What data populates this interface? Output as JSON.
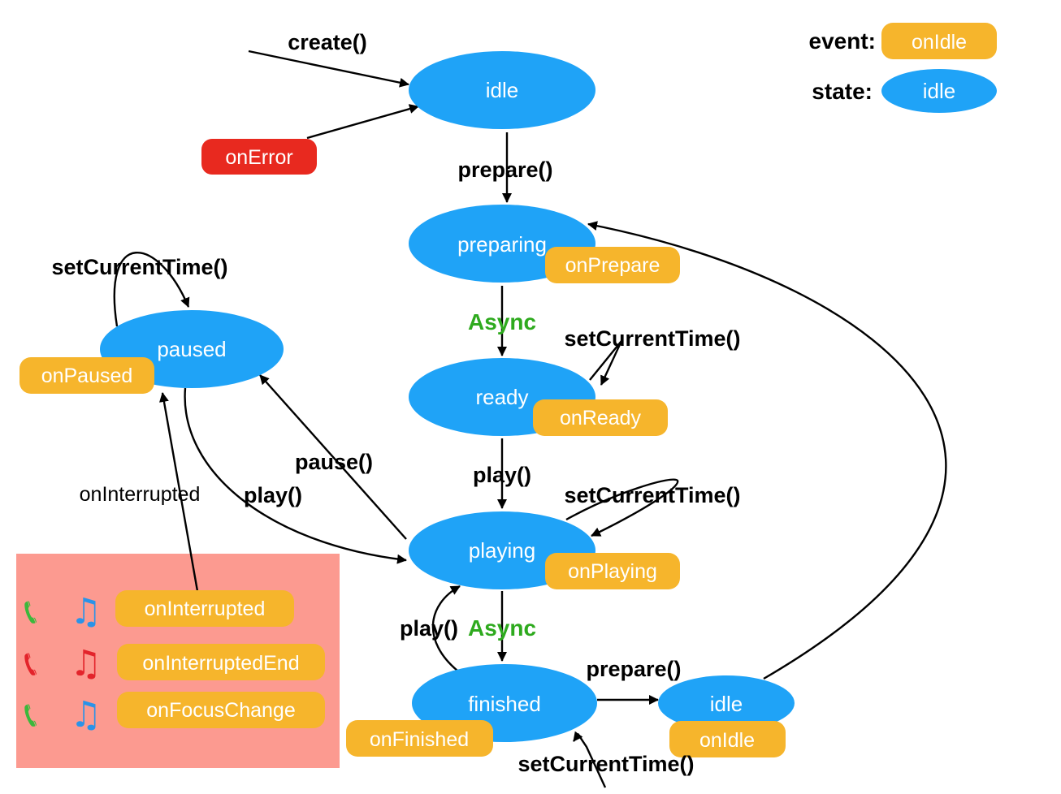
{
  "colors": {
    "state": "#1fa3f7",
    "event": "#f6b52c",
    "error": "#e8291f",
    "async": "#2eaa1e",
    "interrupt_panel": "#fc9a90",
    "phone_green": "#3bb83b",
    "phone_red": "#e3242b",
    "music_blue": "#2a93e8",
    "music_red": "#e3242b"
  },
  "legend": {
    "event_title": "event:",
    "event_example": "onIdle",
    "state_title": "state:",
    "state_example": "idle"
  },
  "states": {
    "idle": "idle",
    "preparing": "preparing",
    "ready": "ready",
    "playing": "playing",
    "paused": "paused",
    "finished": "finished",
    "idle2": "idle"
  },
  "events": {
    "onError": "onError",
    "onPrepare": "onPrepare",
    "onReady": "onReady",
    "onPlaying": "onPlaying",
    "onPaused": "onPaused",
    "onFinished": "onFinished",
    "onIdle": "onIdle"
  },
  "transitions": {
    "create": "create()",
    "prepare": "prepare()",
    "async1": "Async",
    "setCurrentTime_ready": "setCurrentTime()",
    "play_ready": "play()",
    "setCurrentTime_playing": "setCurrentTime()",
    "pause": "pause()",
    "play_paused": "play()",
    "setCurrentTime_paused": "setCurrentTime()",
    "onInterrupted": "onInterrupted",
    "play_finished": "play()",
    "async2": "Async",
    "prepare_finished": "prepare()",
    "setCurrentTime_finished": "setCurrentTime()"
  },
  "interrupt_panel": {
    "items": [
      {
        "phone_icon": "phone-icon",
        "music_icon": "music-note-icon",
        "label": "onInterrupted"
      },
      {
        "phone_icon": "phone-icon",
        "music_icon": "music-note-icon",
        "label": "onInterruptedEnd"
      },
      {
        "phone_icon": "phone-icon",
        "music_icon": "music-note-icon",
        "label": "onFocusChange"
      }
    ]
  }
}
